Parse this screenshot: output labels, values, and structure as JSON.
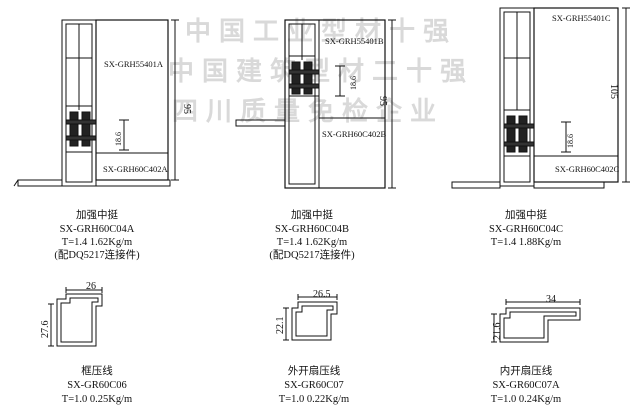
{
  "watermarks": [
    "中国工业型材十强",
    "中国建筑型材二十强",
    "四川质量免检企业"
  ],
  "profiles": [
    {
      "top_label": "SX-GRH55401A",
      "bottom_label": "SX-GRH60C402A",
      "height_dim": "95",
      "inner_dim": "18.6",
      "caption": [
        "加强中挺",
        "SX-GRH60C04A",
        "T=1.4 1.62Kg/m",
        "(配DQ5217连接件)"
      ]
    },
    {
      "top_label": "SX-GRH55401B",
      "bottom_label": "SX-GRH60C402B",
      "height_dim": "95",
      "inner_dim": "18.6",
      "caption": [
        "加强中挺",
        "SX-GRH60C04B",
        "T=1.4 1.62Kg/m",
        "(配DQ5217连接件)"
      ]
    },
    {
      "top_label": "SX-GRH55401C",
      "bottom_label": "SX-GRH60C402C",
      "height_dim": "105",
      "inner_dim": "18.6",
      "caption": [
        "加强中挺",
        "SX-GRH60C04C",
        "T=1.4 1.88Kg/m"
      ]
    }
  ],
  "beads": [
    {
      "width_dim": "26",
      "height_dim": "27.6",
      "caption": [
        "框压线",
        "SX-GR60C06",
        "T=1.0 0.25Kg/m"
      ]
    },
    {
      "width_dim": "26.5",
      "height_dim": "22.1",
      "caption": [
        "外开扇压线",
        "SX-GR60C07",
        "T=1.0 0.22Kg/m"
      ]
    },
    {
      "width_dim": "34",
      "height_dim": "21.6",
      "caption": [
        "内开扇压线",
        "SX-GR60C07A",
        "T=1.0 0.24Kg/m"
      ]
    }
  ]
}
